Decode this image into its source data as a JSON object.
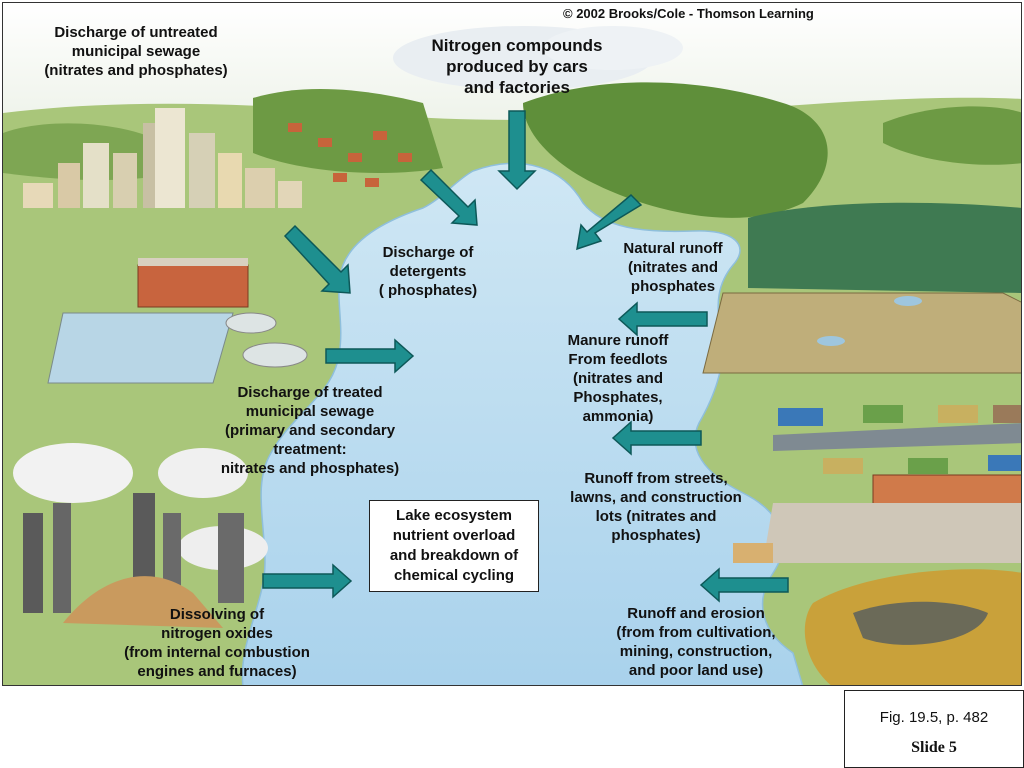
{
  "copyright": "© 2002 Brooks/Cole - Thomson Learning",
  "labels": {
    "untreated_sewage": "Discharge of untreated\nmunicipal sewage\n(nitrates and phosphates)",
    "nitrogen_compounds": "Nitrogen compounds\nproduced by cars\nand factories",
    "detergents": "Discharge of\ndetergents\n( phosphates)",
    "natural_runoff": "Natural runoff\n(nitrates and\nphosphates",
    "manure_runoff": "Manure runoff\nFrom feedlots\n(nitrates and\nPhosphates,\nammonia)",
    "treated_sewage": "Discharge of treated\nmunicipal sewage\n(primary and secondary\ntreatment:\nnitrates and phosphates)",
    "streets_runoff": "Runoff from streets,\nlawns, and construction\nlots (nitrates and\nphosphates)",
    "nitrogen_oxides": "Dissolving of\nnitrogen oxides\n(from internal combustion\nengines and furnaces)",
    "erosion_runoff": "Runoff and erosion\n(from from cultivation,\nmining, construction,\nand poor land use)"
  },
  "center_box": "Lake ecosystem\nnutrient overload\nand breakdown of\nchemical cycling",
  "figure_ref": "Fig. 19.5, p. 482",
  "slide": "Slide 5",
  "colors": {
    "lake": "#b9dcf0",
    "land": "#a9c67a",
    "arrow": "#1e8f8f",
    "sky": "#ffffff",
    "forest": "#5f8f3a",
    "mine": "#c9a13a"
  }
}
